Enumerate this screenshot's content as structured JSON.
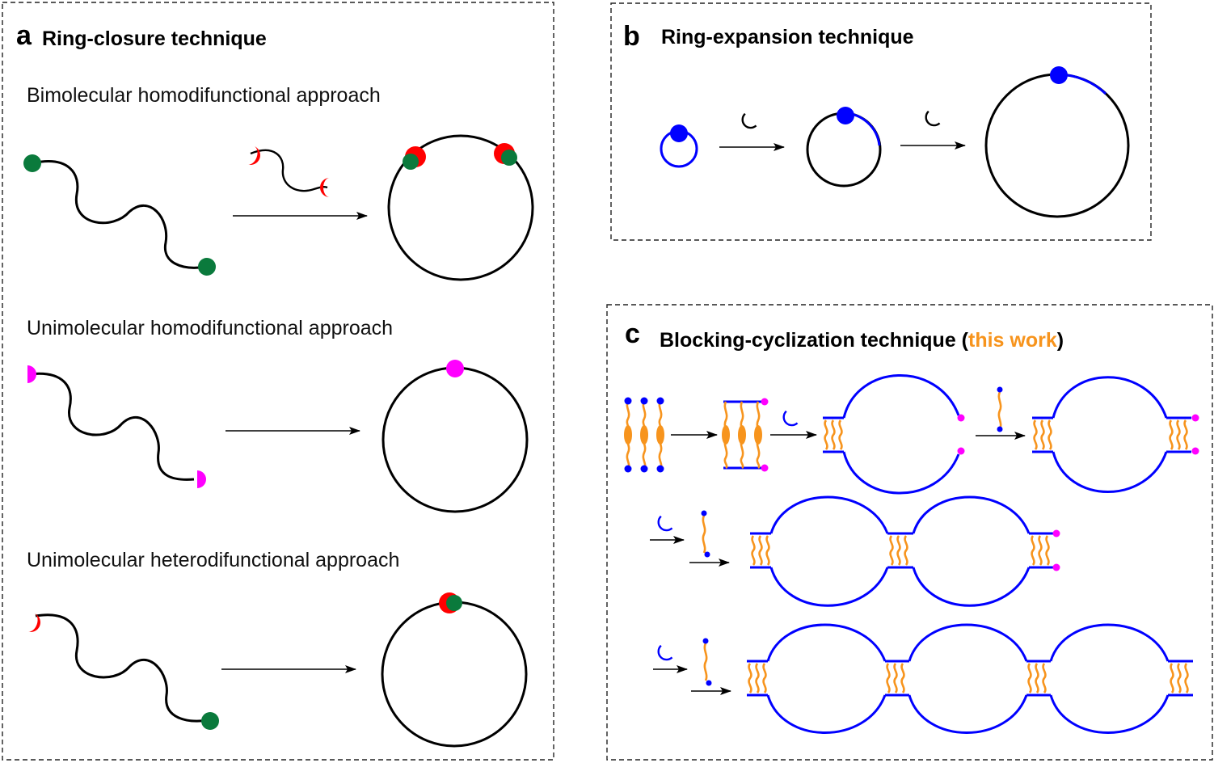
{
  "colors": {
    "chain": "#000000",
    "blue_ring": "#0000ff",
    "orange_linker": "#f7941d",
    "green_group": "#0a7a3c",
    "red_group": "#ff0000",
    "magenta_group": "#ff00ff"
  },
  "panel_a": {
    "label": "a",
    "title": "Ring-closure technique",
    "approaches": [
      "Bimolecular homodifunctional approach",
      "Unimolecular homodifunctional approach",
      "Unimolecular heterodifunctional approach"
    ]
  },
  "panel_b": {
    "label": "b",
    "title": "Ring-expansion technique"
  },
  "panel_c": {
    "label": "c",
    "title_prefix": "Blocking-cyclization technique (",
    "title_highlight": "this work",
    "title_suffix": ")"
  }
}
